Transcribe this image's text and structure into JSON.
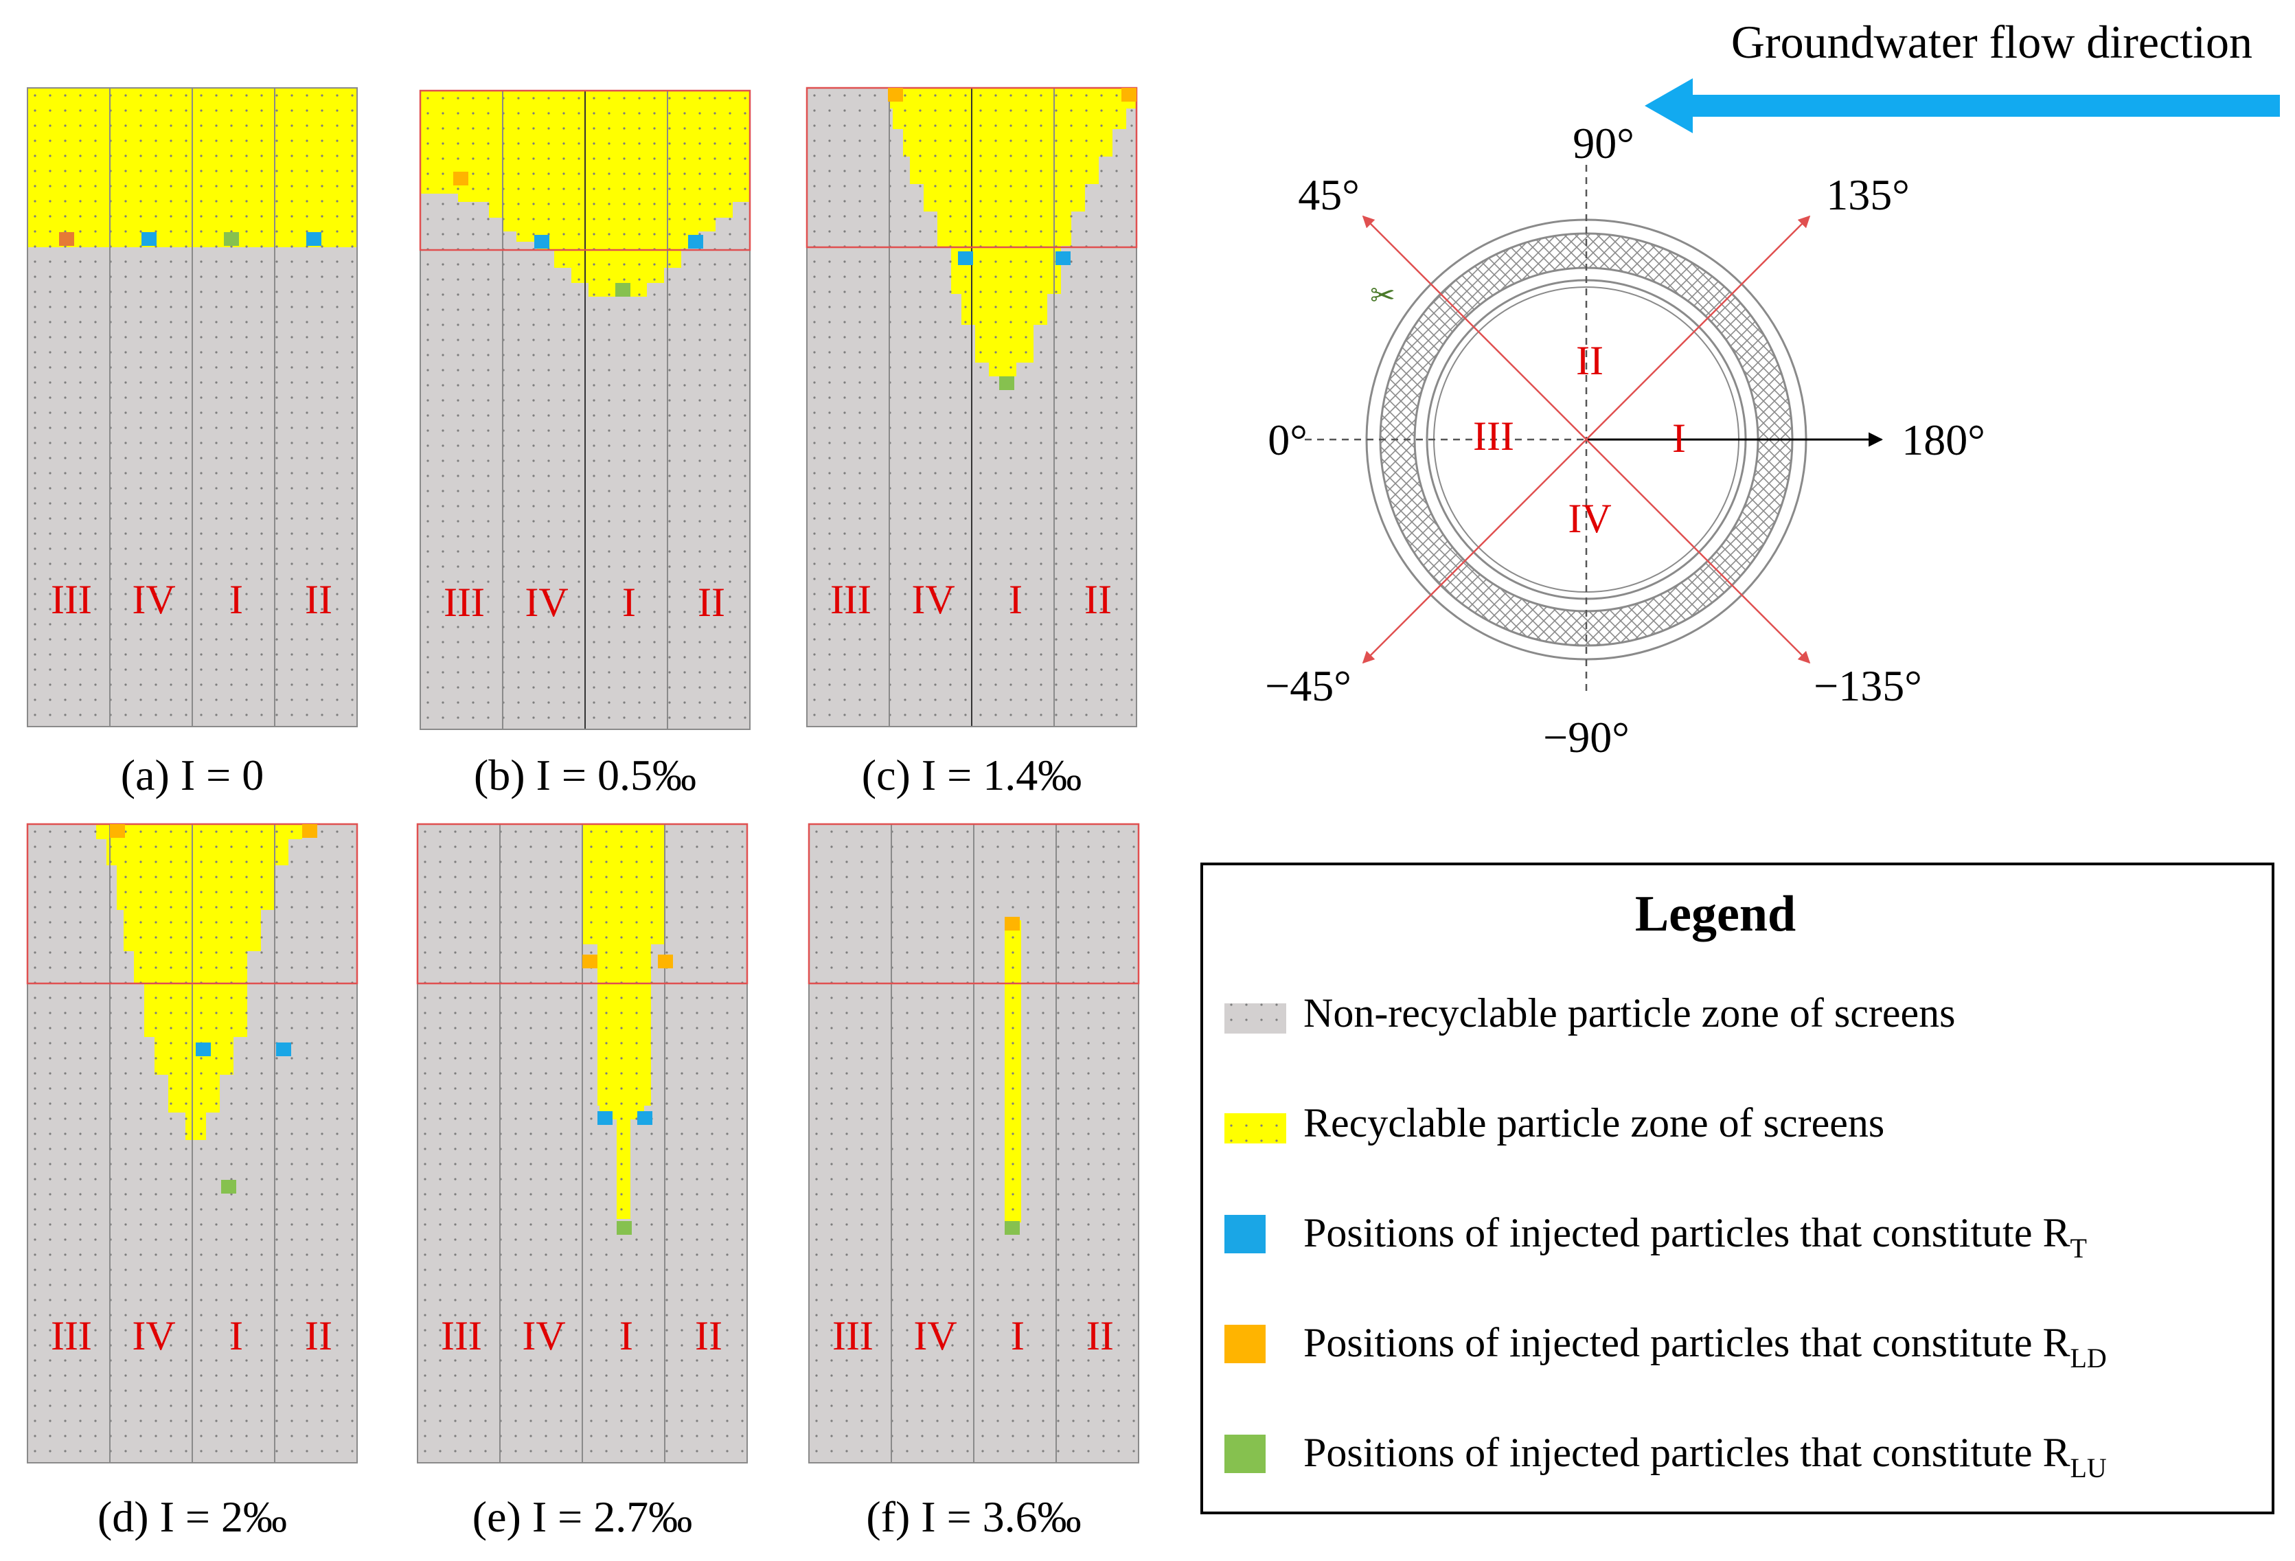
{
  "panels": [
    {
      "caption": "(a) I = 0",
      "columns": [
        "III",
        "IV",
        "I",
        "II"
      ]
    },
    {
      "caption": "(b) I = 0.5‰",
      "columns": [
        "III",
        "IV",
        "I",
        "II"
      ]
    },
    {
      "caption": "(c) I = 1.4‰",
      "columns": [
        "III",
        "IV",
        "I",
        "II"
      ]
    },
    {
      "caption": "(d) I = 2‰",
      "columns": [
        "III",
        "IV",
        "I",
        "II"
      ]
    },
    {
      "caption": "(e) I = 2.7‰",
      "columns": [
        "III",
        "IV",
        "I",
        "II"
      ]
    },
    {
      "caption": "(f) I = 3.6‰",
      "columns": [
        "III",
        "IV",
        "I",
        "II"
      ]
    }
  ],
  "diagram": {
    "flow_label": "Groundwater flow direction",
    "angles": {
      "a90": "90°",
      "a45": "45°",
      "a135": "135°",
      "a0": "0°",
      "a180": "180°",
      "am45": "−45°",
      "am135": "−135°",
      "am90": "−90°"
    },
    "quadrants": {
      "q1": "I",
      "q2": "II",
      "q3": "III",
      "q4": "IV"
    }
  },
  "legend": {
    "title": "Legend",
    "items": [
      {
        "text": "Non-recyclable particle zone of screens",
        "sub": ""
      },
      {
        "text": "Recyclable particle zone of screens",
        "sub": ""
      },
      {
        "text": "Positions of injected particles that constitute R",
        "sub": "T"
      },
      {
        "text": "Positions of injected particles that constitute R",
        "sub": "LD"
      },
      {
        "text": "Positions of injected particles that constitute R",
        "sub": "LU"
      }
    ]
  },
  "colors": {
    "gray": "#d3d0d0",
    "yellow": "#ffff00",
    "blue": "#1aa6e6",
    "orange": "#ffb400",
    "green": "#86c14f",
    "red": "#e00000",
    "arrow_blue": "#12aaf0"
  }
}
